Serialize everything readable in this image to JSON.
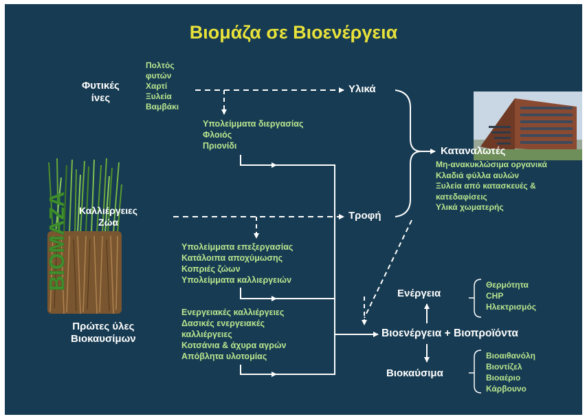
{
  "title": "Βιομάζα σε Βιοενέργεια",
  "left": {
    "vertical_word": "ΒΙΟΜΑΖΑ"
  },
  "sources": {
    "plant_fibers": [
      "Φυτικές",
      "ίνες"
    ],
    "fiber_products": [
      "Πολτός",
      "φυτών",
      "Χαρτί",
      "Ξυλεία",
      "Βαμβάκι"
    ],
    "crops_animals": [
      "Καλλιέργειες",
      "Ζώα"
    ],
    "feedstocks": [
      "Πρώτες ύλες",
      "Βιοκαυσίμων"
    ]
  },
  "residues": {
    "processing": [
      "Υπολείμματα διεργασίας",
      "Φλοιός",
      "Πριονίδι"
    ],
    "agricultural": [
      "Υπολείμματα επεξεργασίας",
      "Κατάλοιπα αποχύμωσης",
      "Κοπριές ζώων",
      "Υπολείμματα καλλιεργειών"
    ],
    "energy_crops": [
      "Ενεργειακές καλλιέργειες",
      "Δασικές ενεργειακές",
      "καλλιέργειες",
      "Κοτσάνια & άχυρα αγρών",
      "Απόβλητα υλοτομίας"
    ]
  },
  "flows": {
    "materials": "Υλικά",
    "food": "Τροφή"
  },
  "consumers": {
    "title": "Καταναλωτές",
    "items": [
      "Μη-ανακυκλώσιμα οργανικά",
      "Κλαδιά φύλλα αυλών",
      "Ξυλεία από κατασκευές &",
      "κατεδαφίσεις",
      "Υλικά χωματερής"
    ]
  },
  "outputs": {
    "energy": "Ενέργεια",
    "energy_forms": [
      "Θερμότητα",
      "CHP",
      "Ηλεκτρισμός"
    ],
    "bioenergy": "Βιοενέργεια + Βιοπροϊόντα",
    "biofuels": "Βιοκαύσιμα",
    "biofuel_types": [
      "Βιοαιθανόλη",
      "Βιοντίζελ",
      "Βιοαέριο",
      "Κάρβουνο"
    ]
  }
}
